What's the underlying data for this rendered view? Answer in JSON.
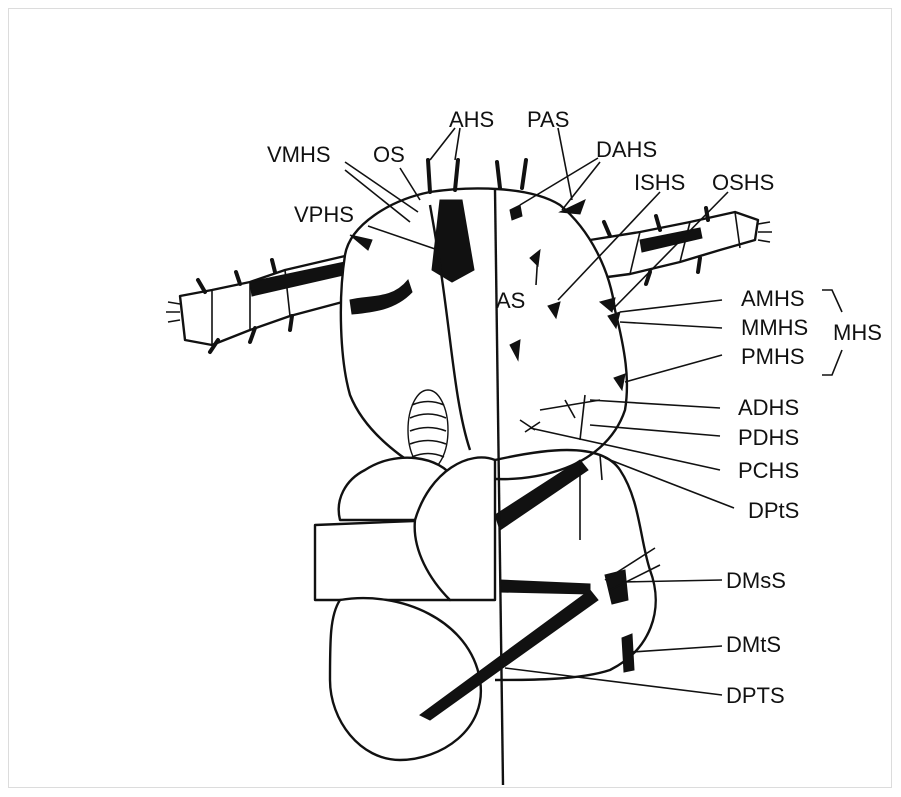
{
  "labels": {
    "VMHS": "VMHS",
    "OS": "OS",
    "AHS": "AHS",
    "PAS": "PAS",
    "DAHS": "DAHS",
    "ISHS": "ISHS",
    "OSHS": "OSHS",
    "VPHS": "VPHS",
    "AS": "AS",
    "AMHS": "AMHS",
    "MMHS": "MMHS",
    "MHS": "MHS",
    "PMHS": "PMHS",
    "ADHS": "ADHS",
    "PDHS": "PDHS",
    "PCHS": "PCHS",
    "DPtS": "DPtS",
    "DMsS": "DMsS",
    "DMtS": "DMtS",
    "DPTS": "DPTS"
  }
}
